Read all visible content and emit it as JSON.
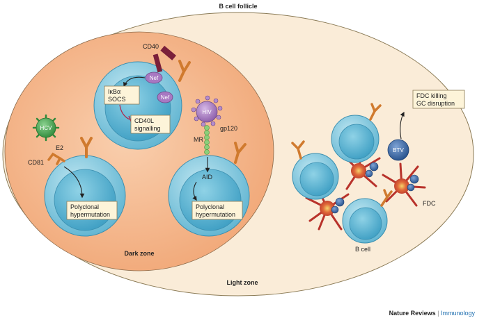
{
  "title": "B cell follicle",
  "zones": {
    "dark": "Dark zone",
    "light": "Light zone"
  },
  "top_cell": {
    "receptor": "CD40",
    "nef_1": "Nef",
    "nef_2": "Nef",
    "box1_line1": "IκBα",
    "box1_line2": "SOCS",
    "box2_line1": "CD40L",
    "box2_line2": "signalling"
  },
  "hcv_cell": {
    "virus": "HCV",
    "envelope": "E2",
    "receptor": "CD81",
    "box_line1": "Polyclonal",
    "box_line2": "hypermutation"
  },
  "hiv_cell": {
    "virus": "HIV",
    "envelope": "gp120",
    "receptor": "MR",
    "enzyme": "AID",
    "box_line1": "Polyclonal",
    "box_line2": "hypermutation"
  },
  "light_zone": {
    "virus": "BTV",
    "box_line1": "FDC killing",
    "box_line2": "GC disruption",
    "fdc_label": "FDC",
    "bcell_label": "B cell"
  },
  "credit": {
    "journal": "Nature Reviews",
    "separator": " | ",
    "section": "Immunology"
  },
  "colors": {
    "follicle": "#faecd8",
    "dark_zone": "#f5b88b",
    "cell": "#7fc7dc",
    "nucleus": "#4aa8c8",
    "receptor": "#e08a3c",
    "fdc": "#c0392b",
    "virus_green": "#3e9b45",
    "virus_purple": "#9c6bb5",
    "btv": "#2f5f9e",
    "credit_blue": "#1f6fb0"
  }
}
